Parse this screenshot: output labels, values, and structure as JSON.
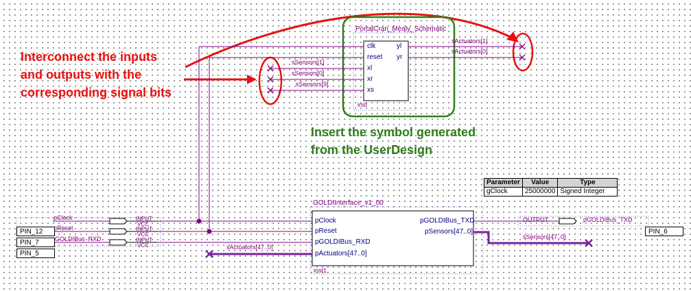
{
  "annotations": {
    "interconnect": [
      "Interconnect the inputs",
      "and outputs with the",
      "corresponding signal bits"
    ],
    "insert_symbol": [
      "Insert the symbol generated",
      "from the UserDesign"
    ]
  },
  "user_symbol": {
    "title": "PortalCran_Mealy_Schematic",
    "inputs": [
      "clk",
      "reset",
      "xl",
      "xr",
      "xs"
    ],
    "outputs": [
      "yl",
      "yr"
    ],
    "instance": "inst"
  },
  "signal_labels": {
    "sensors": [
      "sSensors[1]",
      "sSensors[0]",
      "sSeosors[9]"
    ],
    "actuators": [
      "sActuators[1]",
      "sActuators[0]"
    ]
  },
  "gold_interface": {
    "title": "GOLDIInterface_v1_00",
    "inputs": [
      "pClock",
      "pReset",
      "pGOLDIBus_RXD",
      "pActuators[47..0]"
    ],
    "outputs": [
      "pGOLDIBus_TXD",
      "pSensors[47..0]"
    ],
    "instance": "inst1"
  },
  "pins": {
    "left": [
      "PIN_12",
      "PIN_7",
      "PIN_5"
    ],
    "right": "PIN_6"
  },
  "input_ports": [
    {
      "name": "pClock",
      "type": "INPUT",
      "supply": "VCC"
    },
    {
      "name": "pReset",
      "type": "INPUT",
      "supply": "VCC"
    },
    {
      "name": "pGOLDIBus_RXD",
      "type": "INPUT",
      "supply": "VCC"
    }
  ],
  "output_port": {
    "name": "pGOLDIBus_TXD",
    "type": "OUTPUT"
  },
  "bus_labels": {
    "actuators": "sActuators[47..0]",
    "sensors": "sSensors[47..0]"
  },
  "parameters": {
    "headers": [
      "Parameter",
      "Value",
      "Type"
    ],
    "rows": [
      [
        "gClock",
        "25000000",
        "Signed Integer"
      ]
    ]
  },
  "colors": {
    "wire": "#800080",
    "bus": "#7a1fa2",
    "annotation_red": "#e81010",
    "annotation_green": "#2e7d1a",
    "pin_text": "#000080"
  }
}
